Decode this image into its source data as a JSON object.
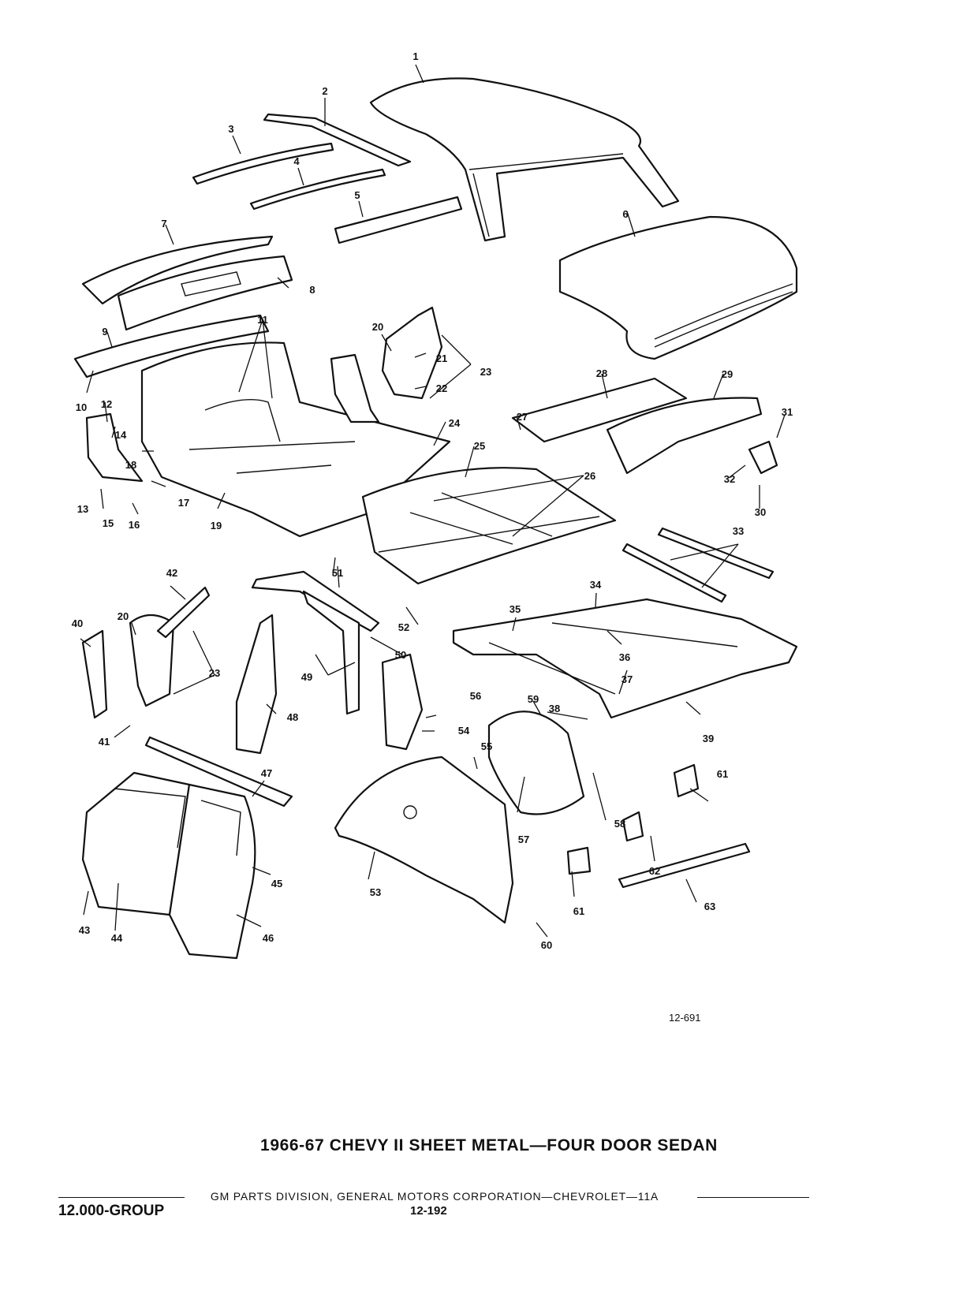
{
  "diagram": {
    "callouts": [
      "1",
      "2",
      "3",
      "4",
      "5",
      "6",
      "7",
      "8",
      "9",
      "10",
      "11",
      "12",
      "13",
      "14",
      "15",
      "16",
      "17",
      "18",
      "19",
      "20",
      "21",
      "22",
      "23",
      "24",
      "25",
      "26",
      "27",
      "28",
      "29",
      "30",
      "31",
      "32",
      "33",
      "34",
      "35",
      "36",
      "37",
      "38",
      "39",
      "40",
      "41",
      "42",
      "43",
      "44",
      "45",
      "46",
      "47",
      "48",
      "49",
      "50",
      "51",
      "52",
      "53",
      "54",
      "55",
      "56",
      "57",
      "58",
      "59",
      "60",
      "61",
      "62",
      "63"
    ],
    "figure_number": "12-691"
  },
  "title": "1966-67 CHEVY II SHEET METAL—FOUR DOOR SEDAN",
  "footer": {
    "division": "GM PARTS DIVISION, GENERAL MOTORS CORPORATION—CHEVROLET—11A",
    "group": "12.000-GROUP",
    "page": "12-192"
  }
}
